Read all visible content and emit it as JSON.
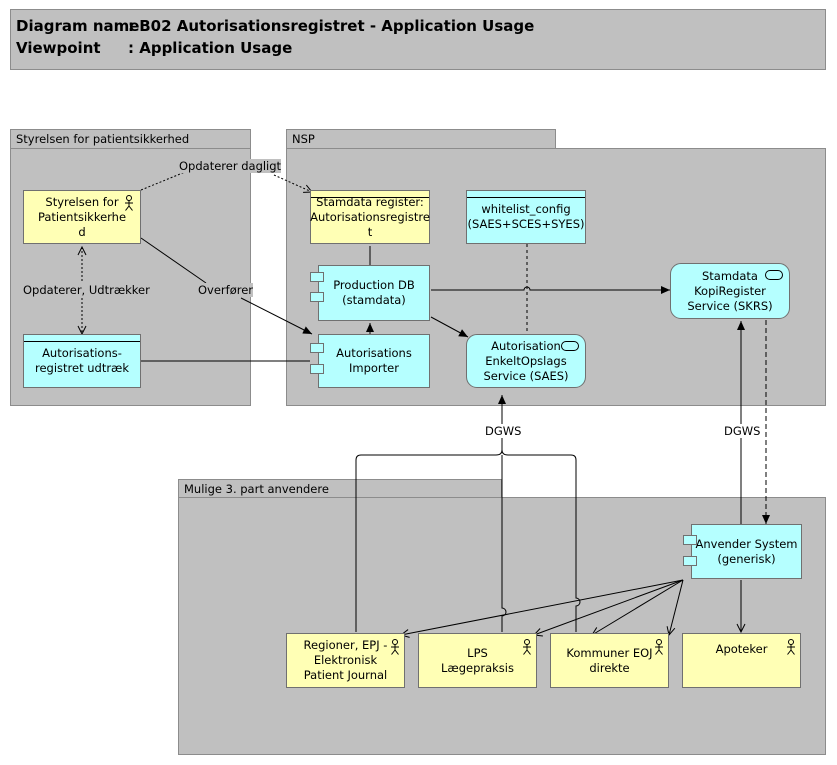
{
  "header": {
    "diagram_name_label": "Diagram name",
    "diagram_name_value": ": B02 Autorisationsregistret - Application Usage",
    "viewpoint_label": "Viewpoint",
    "viewpoint_value": ": Application Usage"
  },
  "groups": {
    "styrelsen": "Styrelsen for patientsikkerhed",
    "nsp": "NSP",
    "mulige": "Mulige 3. part anvendere"
  },
  "nodes": {
    "styrelsen_actor": "Styrelsen for\nPatientsikkerhe\nd",
    "udtraek": "Autorisations-\nregistret udtræk",
    "stamdata_register": "Stamdata register:\nAutorisationsregistre\nt",
    "whitelist": "whitelist_config\n(SAES+SCES+SYES)",
    "production_db": "Production DB\n(stamdata)",
    "importer": "Autorisations\nImporter",
    "saes": "Autorisation\nEnkeltOpslags\nService (SAES)",
    "skrs": "Stamdata\nKopiRegister\nService (SKRS)",
    "anvender_system": "Anvender System\n(generisk)",
    "regioner": "Regioner, EPJ -\nElektronisk\nPatient Journal",
    "lps": "LPS\nLægepraksis",
    "kommuner": "Kommuner EOJ\ndirekte",
    "apoteker": "Apoteker"
  },
  "edge_labels": {
    "opdaterer_dagligt": "Opdaterer dagligt",
    "opdaterer_udtraekker": "Opdaterer, Udtrækker",
    "overforer": "Overfører",
    "dgws_left": "DGWS",
    "dgws_right": "DGWS"
  }
}
